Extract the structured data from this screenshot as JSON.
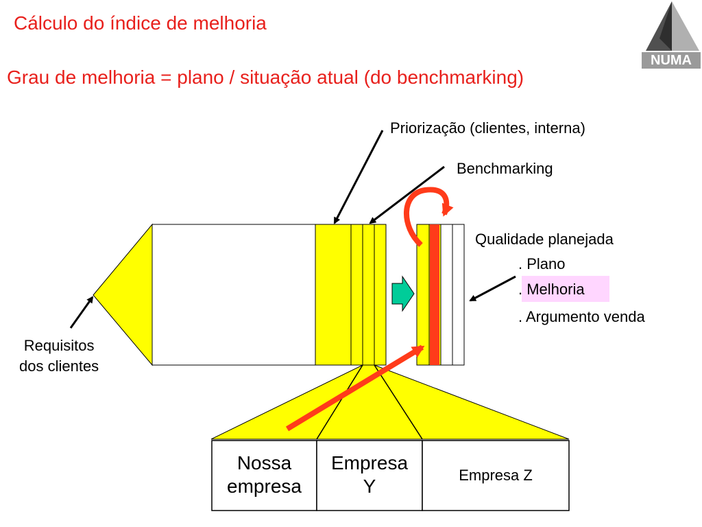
{
  "title": "Cálculo do índice de melhoria",
  "subtitle": "Grau de melhoria = plano / situação atual (do benchmarking)",
  "logo": {
    "text": "NUMA"
  },
  "labels": {
    "priorizacao": "Priorização (clientes, interna)",
    "benchmarking": "Benchmarking",
    "qualidade_planejada": "Qualidade planejada",
    "plano": ". Plano",
    "melhoria": ". Melhoria",
    "argumento_venda": ". Argumento venda",
    "requisitos_line1": "Requisitos",
    "requisitos_line2": "dos clientes"
  },
  "companies": {
    "nossa_line1": "Nossa",
    "nossa_line2": "empresa",
    "empresa_y_line1": "Empresa",
    "empresa_y_line2": "Y",
    "empresa_z": "Empresa Z"
  },
  "colors": {
    "title": "#e8201c",
    "yellow": "#ffff00",
    "red_arrow": "#ff3b1a",
    "green_arrow": "#00cc99",
    "highlight": "#ffd6ff"
  }
}
